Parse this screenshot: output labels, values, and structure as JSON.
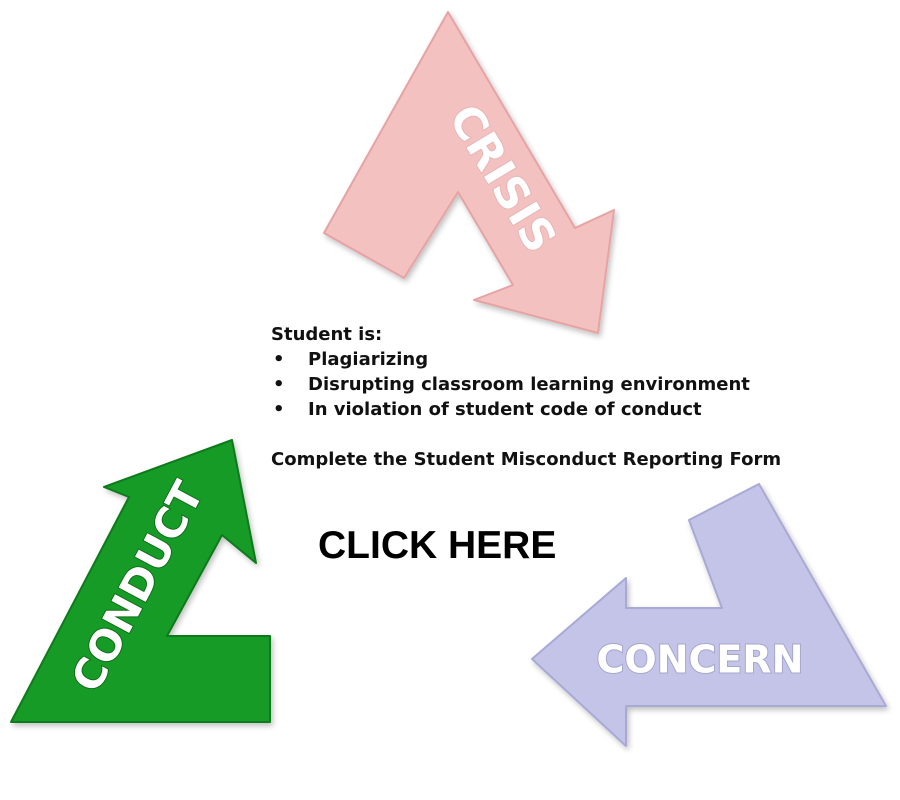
{
  "arrows": {
    "crisis": {
      "label": "CRISIS",
      "color": "#f4c1c1",
      "edge": "#e6a3a3",
      "text_fill": "#ffffff",
      "text_stroke": "#e6b5b5"
    },
    "conduct": {
      "label": "CONDUCT",
      "color": "#179c27",
      "edge": "#0f7a1b",
      "text_fill": "#ffffff",
      "text_stroke": "#0e6e18"
    },
    "concern": {
      "label": "CONCERN",
      "color": "#c4c4e8",
      "edge": "#a9a9d6",
      "text_fill": "#ffffff",
      "text_stroke": "#a6a6cf"
    }
  },
  "info": {
    "heading": "Student is:",
    "bullet_glyph": "•",
    "items": [
      "Plagiarizing",
      "Disrupting classroom learning environment",
      "In violation of student code of conduct"
    ],
    "form_text": "Complete the Student Misconduct Reporting Form"
  },
  "cta": {
    "label": "CLICK HERE"
  }
}
